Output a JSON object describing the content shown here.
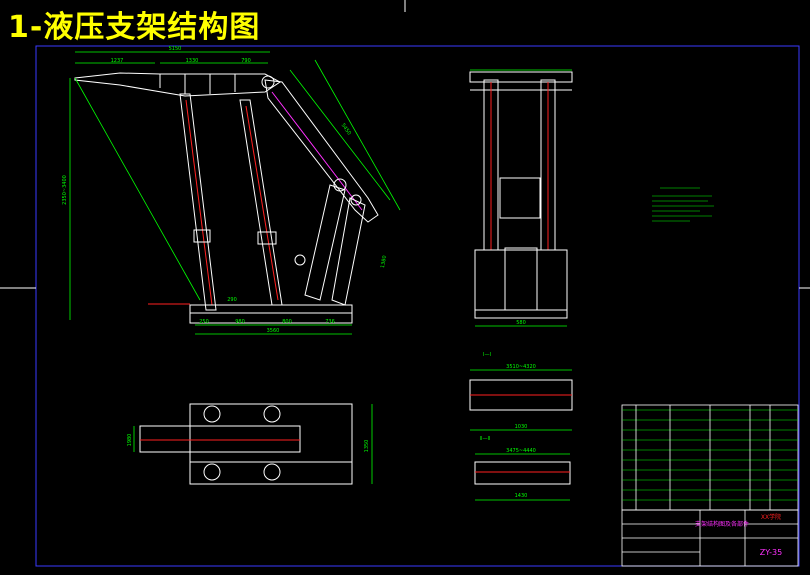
{
  "drawing": {
    "title": "1-液压支架结构图",
    "drawing_number": "ZY-35",
    "colors": {
      "background": "#000000",
      "title": "#ffff00",
      "frame": "#3a3aff",
      "outline": "#ffffff",
      "dimension": "#00ff00",
      "red_line": "#ff2020",
      "magenta": "#ff30ff",
      "yellow": "#ffff00",
      "cyan": "#00ffff"
    }
  },
  "dimensions": {
    "top_overall": "5150",
    "top_left": "1237",
    "top_mid": "1330",
    "top_right": "790",
    "left_height": "2350~3400",
    "bottom_a": "250",
    "bottom_b": "980",
    "bottom_c": "800",
    "bottom_d": "736",
    "bottom_overall": "3560",
    "side_elev_a": "5450",
    "side_elev_b": "1380",
    "side_elev_c": "290",
    "side_view_width": "580",
    "section1_label": "I—I",
    "section1_top": "3510~4320",
    "section1_bottom": "1030",
    "section2_label": "II—II",
    "section2_top": "3475~4440",
    "section2_bottom": "1430",
    "plan_height": "1350",
    "plan_side": "1980"
  },
  "title_block": {
    "name_line1": "支架结构图及各部件",
    "school": "XX学院",
    "code": "ZY-35"
  }
}
